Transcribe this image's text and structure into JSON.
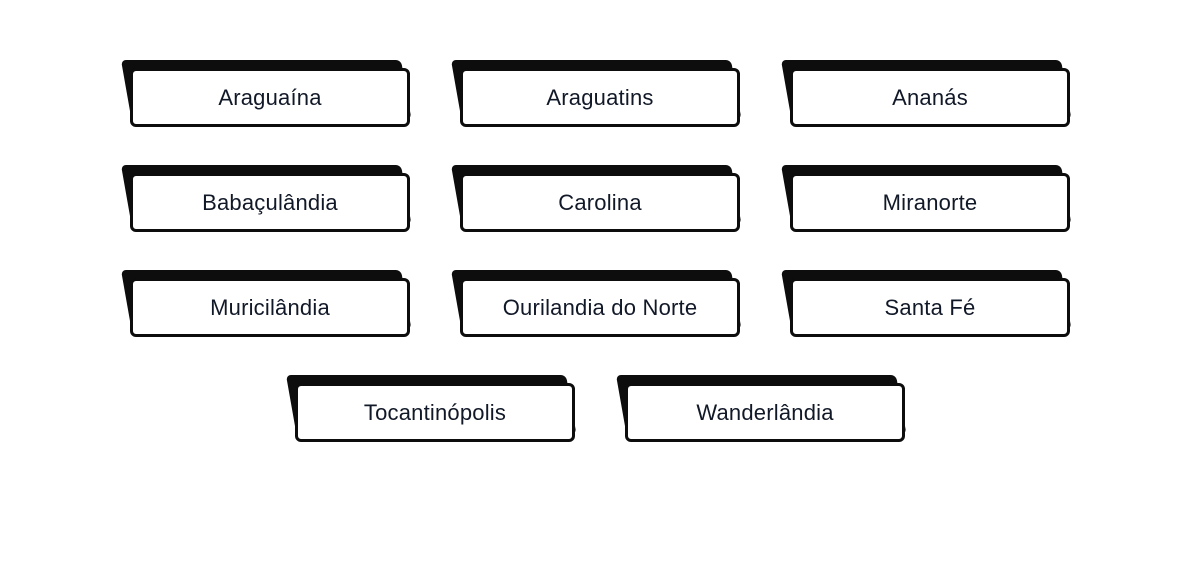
{
  "page": {
    "background": "#ffffff",
    "description": "Grid of city selection buttons"
  },
  "colors": {
    "button_background": "#ffffff",
    "button_border": "#0d0d0d",
    "button_shadow": "#0d0d0d",
    "button_text": "#111827"
  },
  "buttons": [
    {
      "label": "Araguaína"
    },
    {
      "label": "Araguatins"
    },
    {
      "label": "Ananás"
    },
    {
      "label": "Babaçulândia"
    },
    {
      "label": "Carolina"
    },
    {
      "label": "Miranorte"
    },
    {
      "label": "Muricilândia"
    },
    {
      "label": "Ourilandia do Norte"
    },
    {
      "label": "Santa Fé"
    },
    {
      "label": "Tocantinópolis"
    },
    {
      "label": "Wanderlândia"
    }
  ]
}
